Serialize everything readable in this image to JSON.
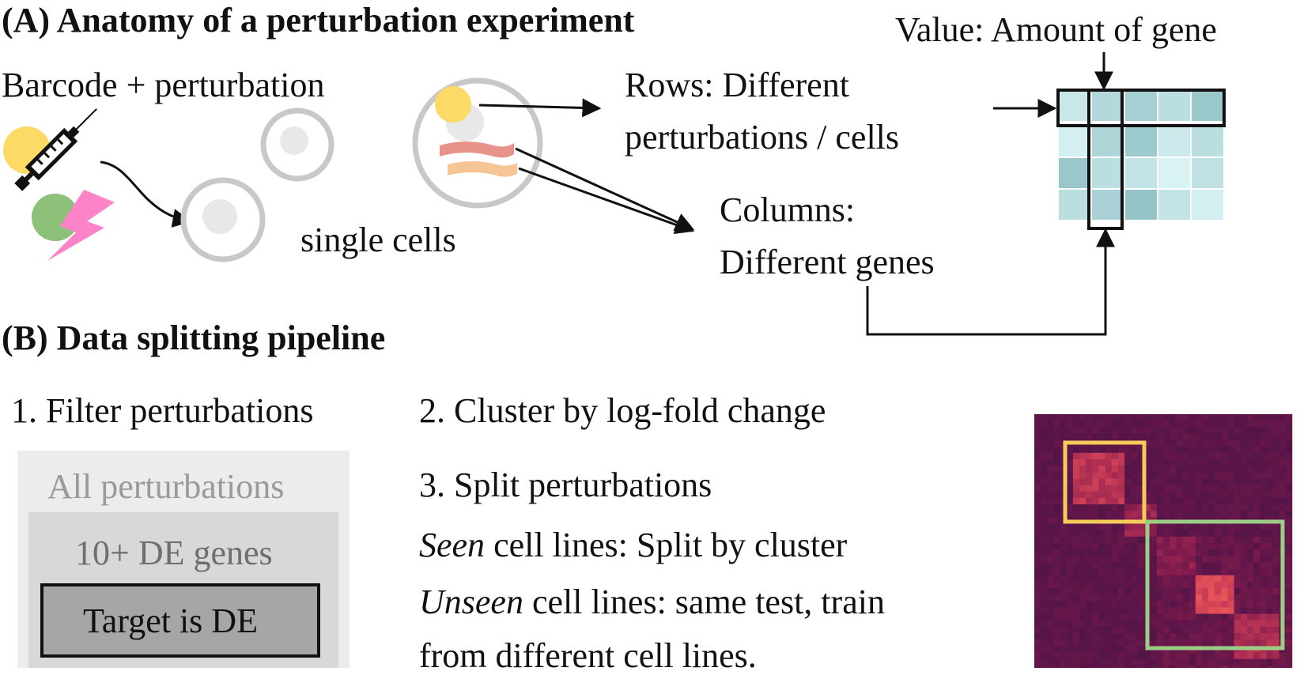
{
  "section_a": {
    "title": "(A) Anatomy of a perturbation experiment",
    "barcode_label": "Barcode + perturbation",
    "single_cells_label": "single cells",
    "rows_label_line1": "Rows: Different",
    "rows_label_line2": "perturbations / cells",
    "columns_label_line1": "Columns:",
    "columns_label_line2": "Different genes",
    "value_label": "Value: Amount of gene"
  },
  "section_b": {
    "title": "(B) Data splitting pipeline",
    "step1": "1. Filter perturbations",
    "step2": "2. Cluster by log-fold change",
    "step3": "3. Split perturbations",
    "seen_em": "Seen",
    "seen_rest": " cell lines: Split by cluster",
    "unseen_em": "Unseen",
    "unseen_rest": " cell lines: same test, train",
    "unseen_line2": "from different cell lines.",
    "filter_outer": "All perturbations",
    "filter_middle": "10+ DE genes",
    "filter_inner": "Target is DE"
  },
  "colors": {
    "yellow": "#fdd965",
    "green": "#8dc17a",
    "pink": "#fd83c9",
    "red_band": "#e8938a",
    "orange_band": "#f6c596",
    "cell_ring": "#c8c8c8",
    "cell_nucleus": "#e8e8e8",
    "heatmap_bg": "#3a1548",
    "heatmap_hot": "#e0505a",
    "yellow_box": "#f5cc5a",
    "green_box": "#9ccd84"
  },
  "matrix_values": [
    [
      0.3,
      0.55,
      0.7,
      0.45,
      0.85
    ],
    [
      0.15,
      0.6,
      0.8,
      0.25,
      0.45
    ],
    [
      0.85,
      0.45,
      0.35,
      0.1,
      0.4
    ],
    [
      0.45,
      0.65,
      0.9,
      0.35,
      0.15
    ]
  ]
}
